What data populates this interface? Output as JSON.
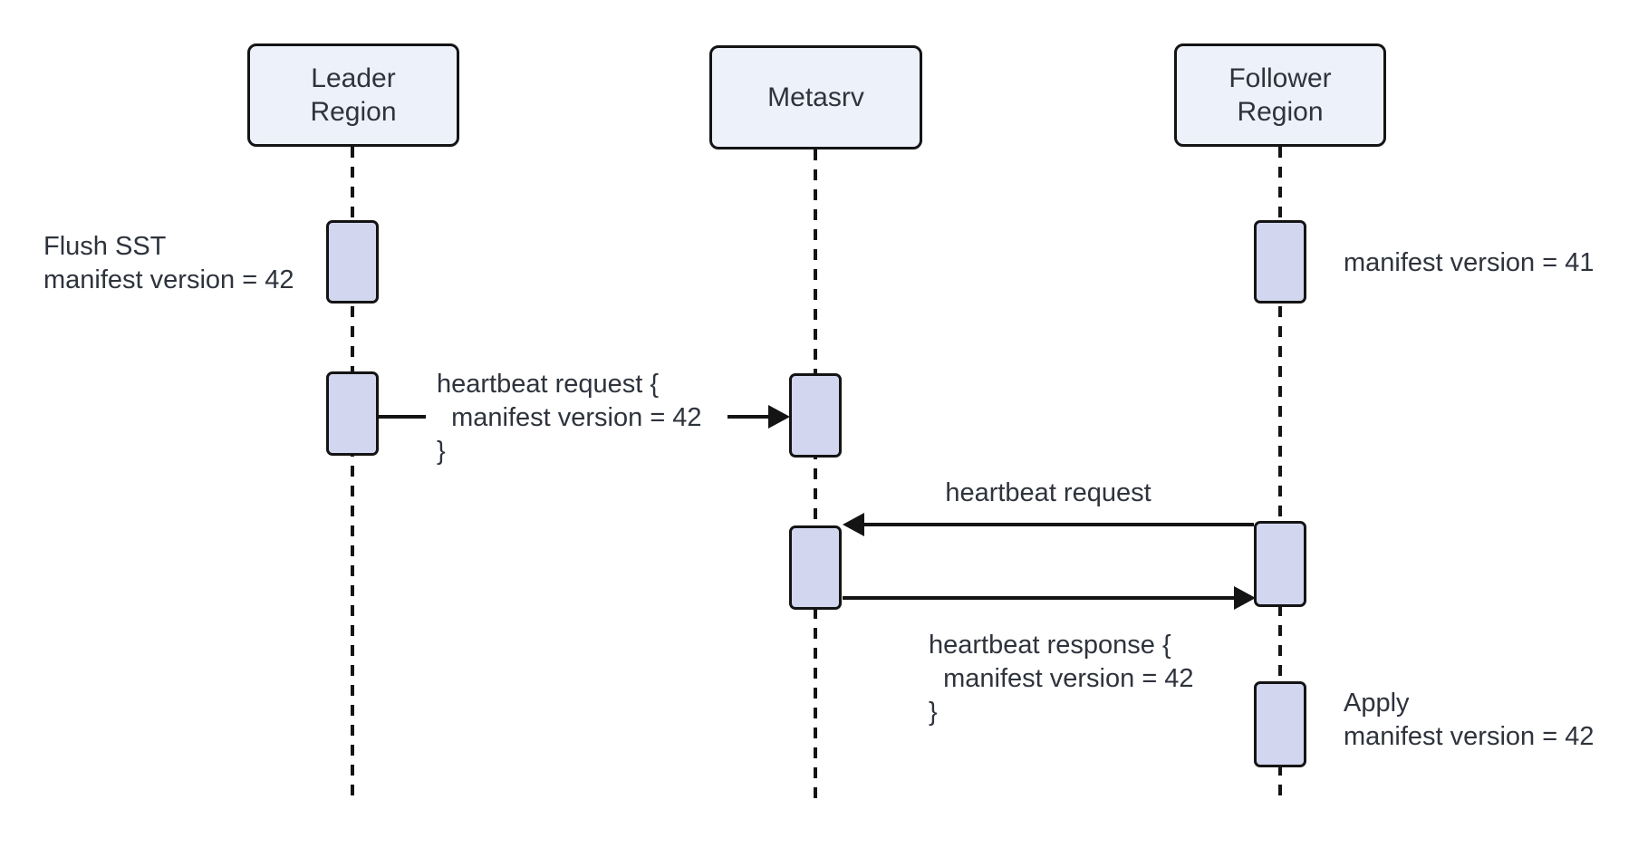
{
  "diagram": {
    "type": "sequence-diagram",
    "background": "#ffffff",
    "colors": {
      "actor_fill": "#edf1fa",
      "activation_fill": "#d2d7ef",
      "line": "#141414",
      "text": "#2e333c"
    },
    "participants": [
      {
        "label": "Leader\nRegion"
      },
      {
        "label": "Metasrv"
      },
      {
        "label": "Follower\nRegion"
      }
    ],
    "annotations": [
      {
        "side": "left of Leader Region",
        "text": "Flush SST\nmanifest version = 42"
      },
      {
        "side": "right of Follower Region",
        "text": "manifest version = 41"
      },
      {
        "side": "right of Follower Region",
        "text": "Apply\nmanifest version = 42"
      }
    ],
    "messages": [
      {
        "from": "Leader Region",
        "to": "Metasrv",
        "text": "heartbeat request {\n  manifest version = 42\n}"
      },
      {
        "from": "Follower Region",
        "to": "Metasrv",
        "text": "heartbeat request"
      },
      {
        "from": "Metasrv",
        "to": "Follower Region",
        "text": "heartbeat response {\n  manifest version = 42\n}"
      }
    ]
  }
}
